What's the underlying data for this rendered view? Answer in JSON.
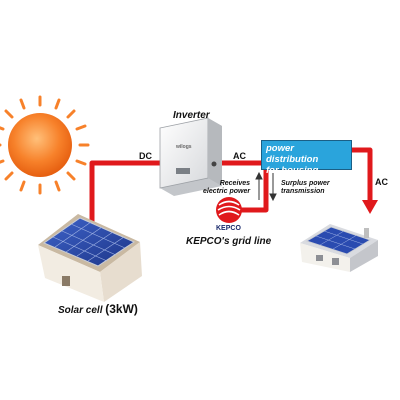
{
  "labels": {
    "inverter": "Inverter",
    "inverter_brand": "wilogs",
    "dc": "DC",
    "ac_left": "AC",
    "ac_right": "AC",
    "distribution_line1": "power distribution",
    "distribution_line2": "for housing",
    "receives_line1": "Receives",
    "receives_line2": "electric power",
    "surplus_line1": "Surplus power",
    "surplus_line2": "transmission",
    "kepco_logo": "KEPCO",
    "kepco_grid": "KEPCO's grid line",
    "solar_cell_text": "Solar cell",
    "solar_cell_capacity": "(3kW)"
  },
  "colors": {
    "line": "#e0191c",
    "sun": "#f7812a",
    "panel": "#2f4fb0",
    "box": "#2aa4dc"
  }
}
